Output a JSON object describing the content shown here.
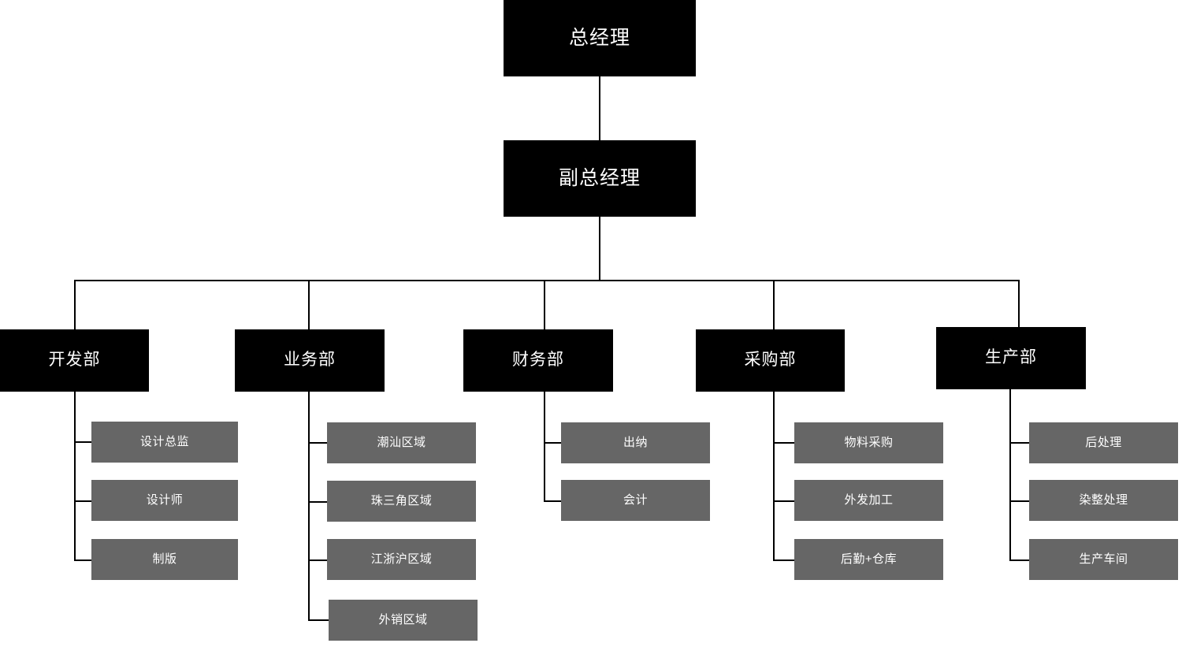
{
  "chart_data": {
    "type": "diagram",
    "diagram_type": "organization-chart",
    "title": "",
    "orientation": "top-down",
    "colors": {
      "executive_box_fill": "#000000",
      "department_box_fill": "#000000",
      "leaf_box_fill": "#666666",
      "box_text": "#ffffff",
      "connector_line": "#000000",
      "background": "#ffffff"
    },
    "levels": [
      {
        "level": 1,
        "nodes": [
          "总经理"
        ]
      },
      {
        "level": 2,
        "nodes": [
          "副总经理"
        ]
      },
      {
        "level": 3,
        "nodes": [
          "开发部",
          "业务部",
          "财务部",
          "采购部",
          "生产部"
        ]
      },
      {
        "level": 4,
        "nodes": [
          "设计总监",
          "设计师",
          "制版",
          "潮汕区域",
          "珠三角区域",
          "江浙沪区域",
          "外销区域",
          "出纳",
          "会计",
          "物料采购",
          "外发加工",
          "后勤+仓库",
          "后处理",
          "染整处理",
          "生产车间"
        ]
      }
    ],
    "edges": [
      {
        "from": "总经理",
        "to": "副总经理"
      },
      {
        "from": "副总经理",
        "to": "开发部"
      },
      {
        "from": "副总经理",
        "to": "业务部"
      },
      {
        "from": "副总经理",
        "to": "财务部"
      },
      {
        "from": "副总经理",
        "to": "采购部"
      },
      {
        "from": "副总经理",
        "to": "生产部"
      },
      {
        "from": "开发部",
        "to": "设计总监"
      },
      {
        "from": "开发部",
        "to": "设计师"
      },
      {
        "from": "开发部",
        "to": "制版"
      },
      {
        "from": "业务部",
        "to": "潮汕区域"
      },
      {
        "from": "业务部",
        "to": "珠三角区域"
      },
      {
        "from": "业务部",
        "to": "江浙沪区域"
      },
      {
        "from": "业务部",
        "to": "外销区域"
      },
      {
        "from": "财务部",
        "to": "出纳"
      },
      {
        "from": "财务部",
        "to": "会计"
      },
      {
        "from": "采购部",
        "to": "物料采购"
      },
      {
        "from": "采购部",
        "to": "外发加工"
      },
      {
        "from": "采购部",
        "to": "后勤+仓库"
      },
      {
        "from": "生产部",
        "to": "后处理"
      },
      {
        "from": "生产部",
        "to": "染整处理"
      },
      {
        "from": "生产部",
        "to": "生产车间"
      }
    ]
  },
  "executive": {
    "general_manager": "总经理",
    "deputy_general_manager": "副总经理"
  },
  "departments": [
    {
      "name": "开发部",
      "children": [
        {
          "label": "设计总监"
        },
        {
          "label": "设计师"
        },
        {
          "label": "制版"
        }
      ]
    },
    {
      "name": "业务部",
      "children": [
        {
          "label": "潮汕区域"
        },
        {
          "label": "珠三角区域"
        },
        {
          "label": "江浙沪区域"
        },
        {
          "label": "外销区域"
        }
      ]
    },
    {
      "name": "财务部",
      "children": [
        {
          "label": "出纳"
        },
        {
          "label": "会计"
        }
      ]
    },
    {
      "name": "采购部",
      "children": [
        {
          "label": "物料采购"
        },
        {
          "label": "外发加工"
        },
        {
          "label": "后勤+仓库"
        }
      ]
    },
    {
      "name": "生产部",
      "children": [
        {
          "label": "后处理"
        },
        {
          "label": "染整处理"
        },
        {
          "label": "生产车间"
        }
      ]
    }
  ]
}
